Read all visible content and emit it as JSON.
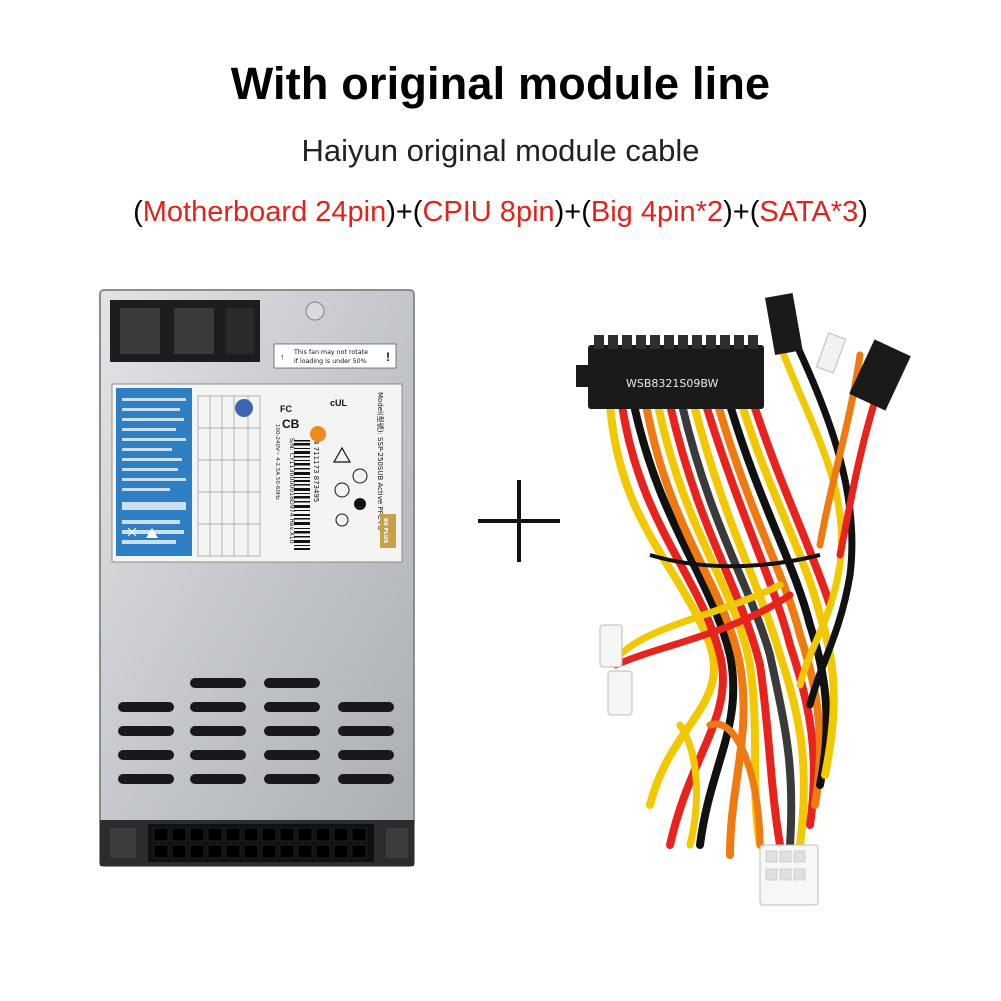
{
  "header": {
    "title": "With original module line",
    "subtitle": "Haiyun original module cable",
    "spec_parts": [
      {
        "text": "(",
        "color": "#000000"
      },
      {
        "text": "Motherboard 24pin",
        "color": "#e2231a"
      },
      {
        "text": ")+(",
        "color": "#000000"
      },
      {
        "text": "CPIU 8pin",
        "color": "#e2231a"
      },
      {
        "text": ")+(",
        "color": "#000000"
      },
      {
        "text": "Big 4pin*2",
        "color": "#e2231a"
      },
      {
        "text": ")+(",
        "color": "#000000"
      },
      {
        "text": "SATA*3",
        "color": "#e2231a"
      },
      {
        "text": ")",
        "color": "#000000"
      }
    ]
  },
  "psu": {
    "fan_warning_line1": "This fan may not rotate",
    "fan_warning_line2": "if loading is under 50%",
    "model_text": "Model(型號): SSP-250SUB Active PFC F0",
    "serial_text": "S/N: CY1130000018D974 Rev.X10",
    "barcode_digits": "4 711173 873495",
    "rating_text": "100-240V~ 4-2.5A 50-60Hz",
    "plus80_label": "80 PLUS",
    "colors": {
      "body": "#c9ccd0",
      "label_blue": "#2e7fc4",
      "gold": "#c8a24a"
    }
  },
  "plus_sign": "+",
  "cable": {
    "connector_label": "WSB8321S09BW",
    "wire_colors": [
      "#f2c800",
      "#e8231d",
      "#111111",
      "#f07a12",
      "#3a3a3a"
    ]
  }
}
